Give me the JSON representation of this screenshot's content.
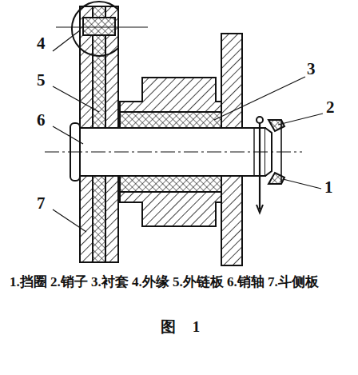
{
  "diagram": {
    "caption": "1.挡圈 2.销子 3.衬套 4.外缘 5.外链板 6.销轴 7.斗侧板",
    "labels": [
      "4",
      "5",
      "6",
      "7",
      "3",
      "2",
      "1",
      "图 1"
    ]
  }
}
